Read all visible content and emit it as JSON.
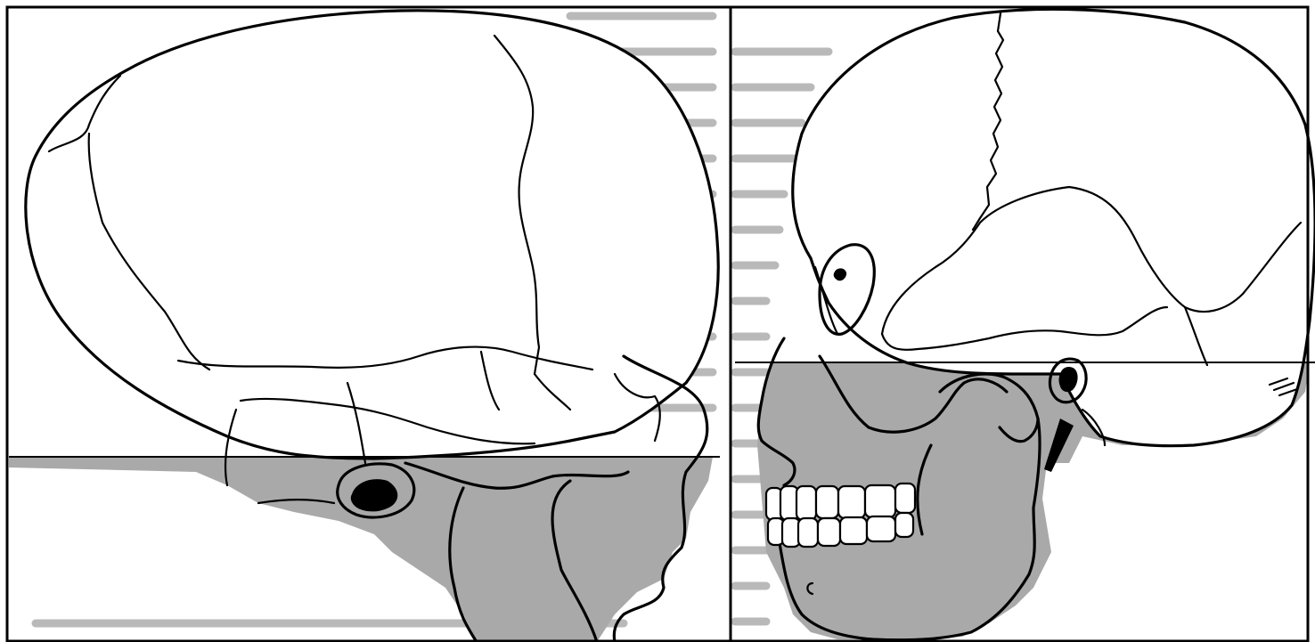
{
  "figure": {
    "panels": [
      {
        "name": "infant-skull",
        "view": "lateral"
      },
      {
        "name": "adult-skull",
        "view": "lateral"
      }
    ],
    "colors": {
      "face_shading": "#a9a9a9",
      "cranium": "#ffffff",
      "outline": "#000000",
      "background_text": "#b9b9b9"
    }
  }
}
